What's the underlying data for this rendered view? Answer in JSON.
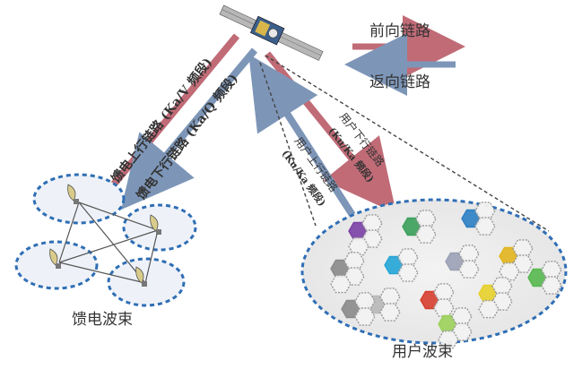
{
  "legend": {
    "forward_label": "前向链路",
    "return_label": "返向链路"
  },
  "links": {
    "feeder_uplink": "馈电上行链路 (Ka/V 频段)",
    "feeder_downlink": "馈电下行链路 (Ka/Q 频段)",
    "user_downlink_1": "用户下行链路",
    "user_downlink_2": "(Ku/Ka 频段)",
    "user_uplink_1": "用户上行链路",
    "user_uplink_2": "(Ku/Ka 频段)"
  },
  "regions": {
    "feeder_beam_label": "馈电波束",
    "user_beam_label": "用户波束"
  },
  "colors": {
    "forward": "#c06b76",
    "return": "#7d96b8",
    "dashed_ellipse": "#2f6eb5",
    "outline": "#333333"
  },
  "cell_colors": [
    "#7b3fa6",
    "#3aa05a",
    "#2b7ec4",
    "#8a8a8a",
    "#24a4d6",
    "#9aa0b5",
    "#e2b51d",
    "#b8b8b8",
    "#d63d2e",
    "#e7d02a",
    "#8a8a8a",
    "#56b84e",
    "#9cd05a"
  ],
  "icons": [
    "satellite-icon",
    "dish-antenna-icon"
  ]
}
